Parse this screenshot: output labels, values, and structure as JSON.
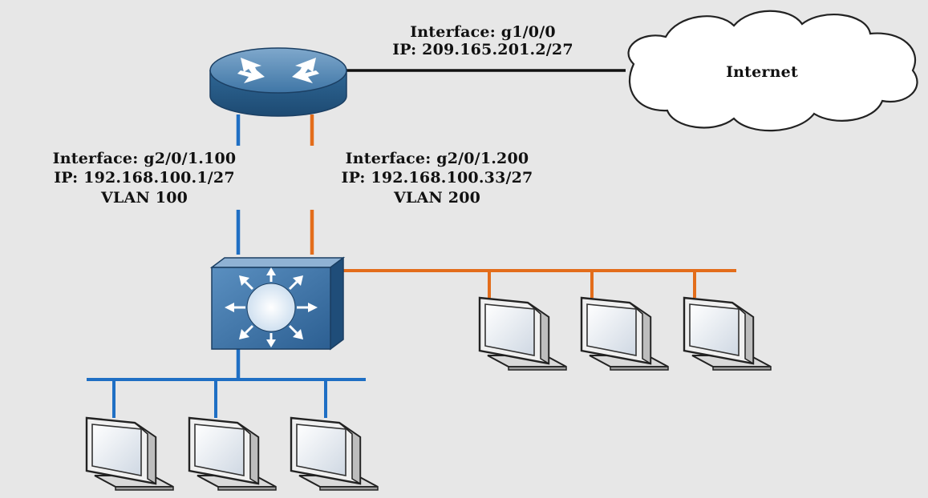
{
  "wan_link": {
    "interface": "Interface: g1/0/0",
    "ip": "IP: 209.165.201.2/27"
  },
  "internet": {
    "label": "Internet"
  },
  "subinterface_100": {
    "interface": "Interface: g2/0/1.100",
    "ip": "IP: 192.168.100.1/27",
    "vlan": "VLAN 100",
    "color": "#1f6fc4"
  },
  "subinterface_200": {
    "interface": "Interface: g2/0/1.200",
    "ip": "IP: 192.168.100.33/27",
    "vlan": "VLAN 200",
    "color": "#e36d1b"
  },
  "devices": {
    "router_icon": "router-icon",
    "switch_icon": "multilayer-switch-icon",
    "cloud_icon": "cloud-icon",
    "pc_icon": "monitor-icon",
    "vlan_100_pc_count": 3,
    "vlan_200_pc_count": 3
  }
}
